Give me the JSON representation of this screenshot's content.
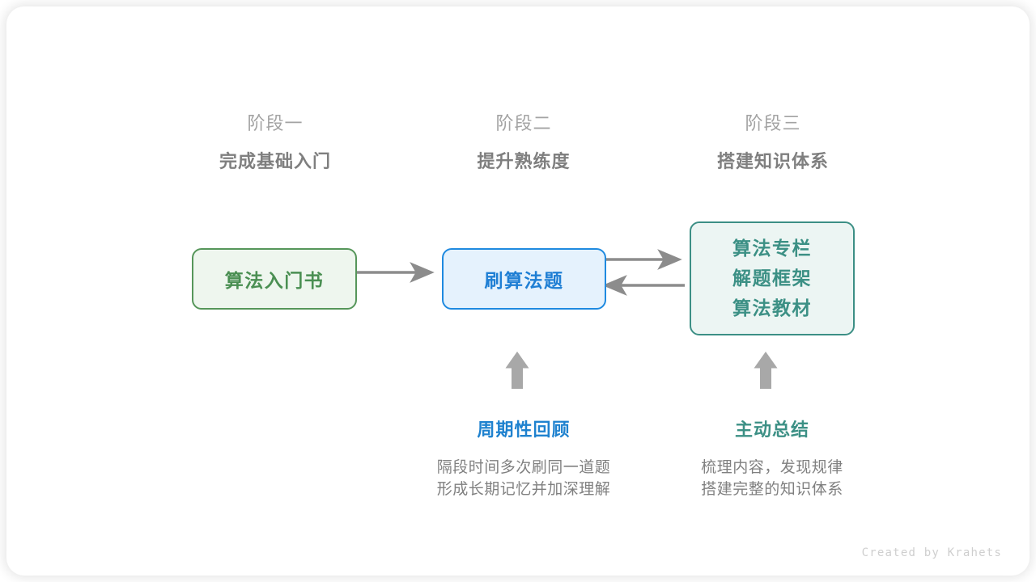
{
  "canvas": {
    "background": "#ffffff",
    "card_background": "#ffffff"
  },
  "stages": [
    {
      "title": "阶段一",
      "subtitle": "完成基础入门"
    },
    {
      "title": "阶段二",
      "subtitle": "提升熟练度"
    },
    {
      "title": "阶段三",
      "subtitle": "搭建知识体系"
    }
  ],
  "nodes": {
    "book": {
      "label": "算法入门书",
      "border_color": "#56965a",
      "fill_color": "#eef6ee",
      "text_color": "#4a8f52"
    },
    "practice": {
      "label": "刷算法题",
      "border_color": "#1f8ae0",
      "fill_color": "#e5f2fd",
      "text_color": "#1f7fd4"
    },
    "system": {
      "lines": [
        "算法专栏",
        "解题框架",
        "算法教材"
      ],
      "border_color": "#3c8f85",
      "fill_color": "#ecf5f3",
      "text_color": "#3c9085"
    }
  },
  "connectors": {
    "color": "#8c8c8c",
    "items": [
      {
        "name": "book-to-practice",
        "direction": "right"
      },
      {
        "name": "practice-to-system",
        "direction": "right"
      },
      {
        "name": "system-to-practice",
        "direction": "left"
      },
      {
        "name": "review-up",
        "direction": "up"
      },
      {
        "name": "summary-up",
        "direction": "up"
      }
    ]
  },
  "notes": [
    {
      "title": "周期性回顾",
      "title_color": "#1f82cf",
      "body_line_1": "隔段时间多次刷同一道题",
      "body_line_2": "形成长期记忆并加深理解"
    },
    {
      "title": "主动总结",
      "title_color": "#3c9085",
      "body_line_1": "梳理内容，发现规律",
      "body_line_2": "搭建完整的知识体系"
    }
  ],
  "footer": {
    "credit": "Created by Krahets"
  }
}
